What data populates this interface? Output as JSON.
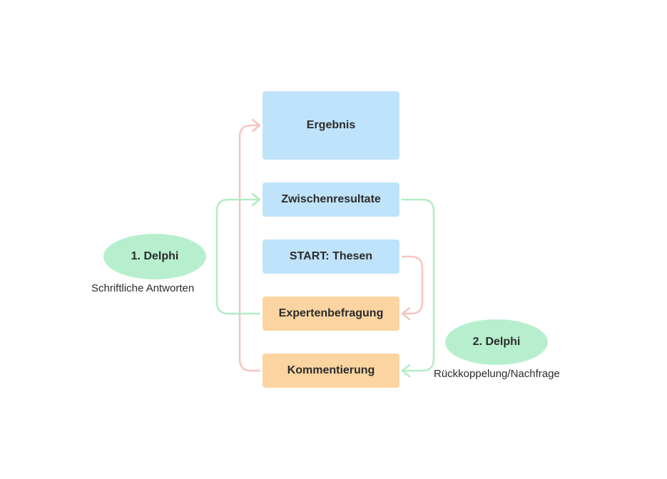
{
  "boxes": {
    "ergebnis": "Ergebnis",
    "zwischenresultate": "Zwischenresultate",
    "start": "START: Thesen",
    "expertenbefragung": "Expertenbefragung",
    "kommentierung": "Kommentierung"
  },
  "phases": {
    "delphi_1": {
      "label": "1. Delphi",
      "caption": "Schriftliche Antworten"
    },
    "delphi_2": {
      "label": "2. Delphi",
      "caption": "Rückkoppelung/Nachfrage"
    }
  },
  "colors": {
    "box_blue": "#bfe3fb",
    "box_orange": "#fbd4a1",
    "ellipse_green": "#b7efce",
    "arrow_green": "#b3ecc5",
    "arrow_red": "#f6c5c0"
  }
}
